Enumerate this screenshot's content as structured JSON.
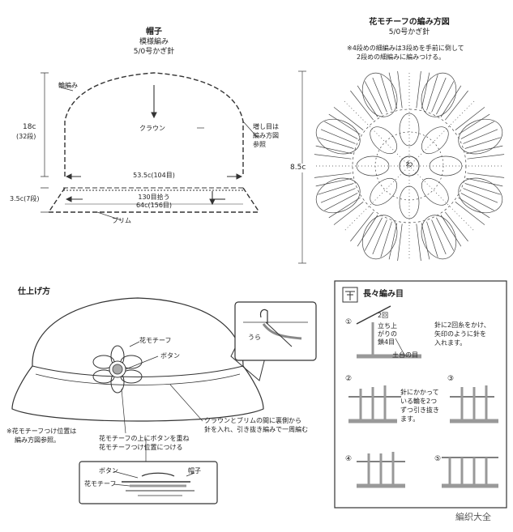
{
  "hat_pattern": {
    "title": "帽子",
    "stitch": "模様編み",
    "hook": "5/0号かぎ針",
    "label_ring": "輪編み",
    "label_crown": "クラウン",
    "height_crown": "18c",
    "height_crown_rows": "(32段)",
    "height_brim": "3.5c(7段)",
    "width_top": "53.5c(104目)",
    "pickup": "130目拾う",
    "width_brim": "64c(156目)",
    "label_brim": "ブリム",
    "increase_note_1": "増し目は",
    "increase_note_2": "編み方図",
    "increase_note_3": "参照"
  },
  "motif_chart": {
    "title": "花モチーフの編み方図",
    "hook": "5/0号かぎ針",
    "note_1": "※4段めの細編みは3段めを手前に倒して",
    "note_2": "2段めの細編みに編みつける。",
    "height": "8.5c",
    "center_mark": "わ"
  },
  "finishing": {
    "title": "仕上げ方",
    "label_motif": "花モチーフ",
    "label_button": "ボタン",
    "note_position_1": "※花モチーフつけ位置は",
    "note_position_2": "編み方図参照。",
    "sew_note_1": "花モチーフの上にボタンを重ね",
    "sew_note_2": "花モチーフつけ位置につける",
    "seam_note_1": "クラウンとブリムの間に裏側から",
    "seam_note_2": "針を入れ、引き抜き編みで一周編む",
    "inset_label_ura": "うら",
    "detail_button": "ボタン",
    "detail_motif": "花モチーフ",
    "detail_hat": "帽子"
  },
  "stitch_guide": {
    "title": "長々編み目",
    "step1_a": "立ち上",
    "step1_b": "がりの",
    "step1_c": "鎖4目",
    "step1_base": "土台の目",
    "step1_times": "2回",
    "step1_text_1": "針に2回糸をかけ、",
    "step1_text_2": "矢印のように針を",
    "step1_text_3": "入れます。",
    "step2_text_1": "針にかかって",
    "step2_text_2": "いる輪を2つ",
    "step2_text_3": "ずつ引き抜き",
    "step2_text_4": "ます。",
    "step_numbers": [
      "①",
      "②",
      "③",
      "④",
      "⑤"
    ]
  },
  "watermark": "編织大全",
  "colors": {
    "line": "#333333",
    "dim": "#666666",
    "yarn": "#9a9a9a",
    "white": "#ffffff"
  }
}
